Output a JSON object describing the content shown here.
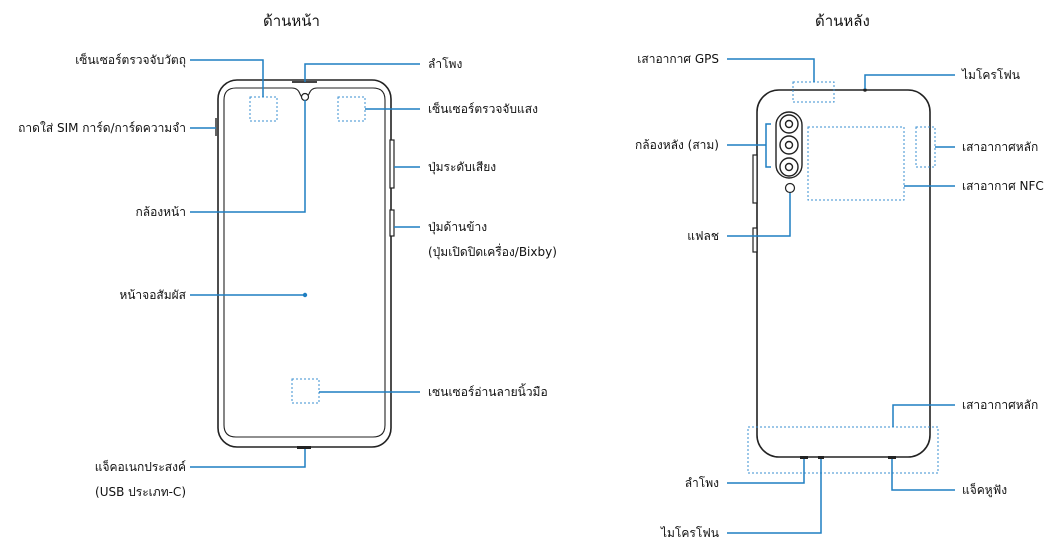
{
  "front": {
    "title": "ด้านหน้า",
    "labels": {
      "proximity_sensor": "เซ็นเซอร์ตรวจจับวัตถุ",
      "sim_tray": "ถาดใส่ SIM การ์ด/การ์ดความจำ",
      "front_camera": "กล้องหน้า",
      "touchscreen": "หน้าจอสัมผัส",
      "multipurpose_jack_line1": "แจ็คอเนกประสงค์",
      "multipurpose_jack_line2": "(USB ประเภท-C)",
      "speaker": "ลำโพง",
      "light_sensor": "เซ็นเซอร์ตรวจจับแสง",
      "volume_key": "ปุ่มระดับเสียง",
      "side_key_line1": "ปุ่มด้านข้าง",
      "side_key_line2": "(ปุ่มเปิดปิดเครื่อง/Bixby)",
      "fingerprint_sensor": "เซนเซอร์อ่านลายนิ้วมือ"
    }
  },
  "back": {
    "title": "ด้านหลัง",
    "labels": {
      "gps_antenna": "เสาอากาศ GPS",
      "rear_camera": "กล้องหลัง (สาม)",
      "flash": "แฟลช",
      "speaker": "ลำโพง",
      "microphone_bottom": "ไมโครโฟน",
      "microphone_top": "ไมโครโฟน",
      "main_antenna_top": "เสาอากาศหลัก",
      "nfc_antenna": "เสาอากาศ NFC",
      "main_antenna_bottom": "เสาอากาศหลัก",
      "earphone_jack": "แจ็คหูฟัง"
    }
  },
  "colors": {
    "leader": "#1f7fc2",
    "outline": "#222222"
  }
}
